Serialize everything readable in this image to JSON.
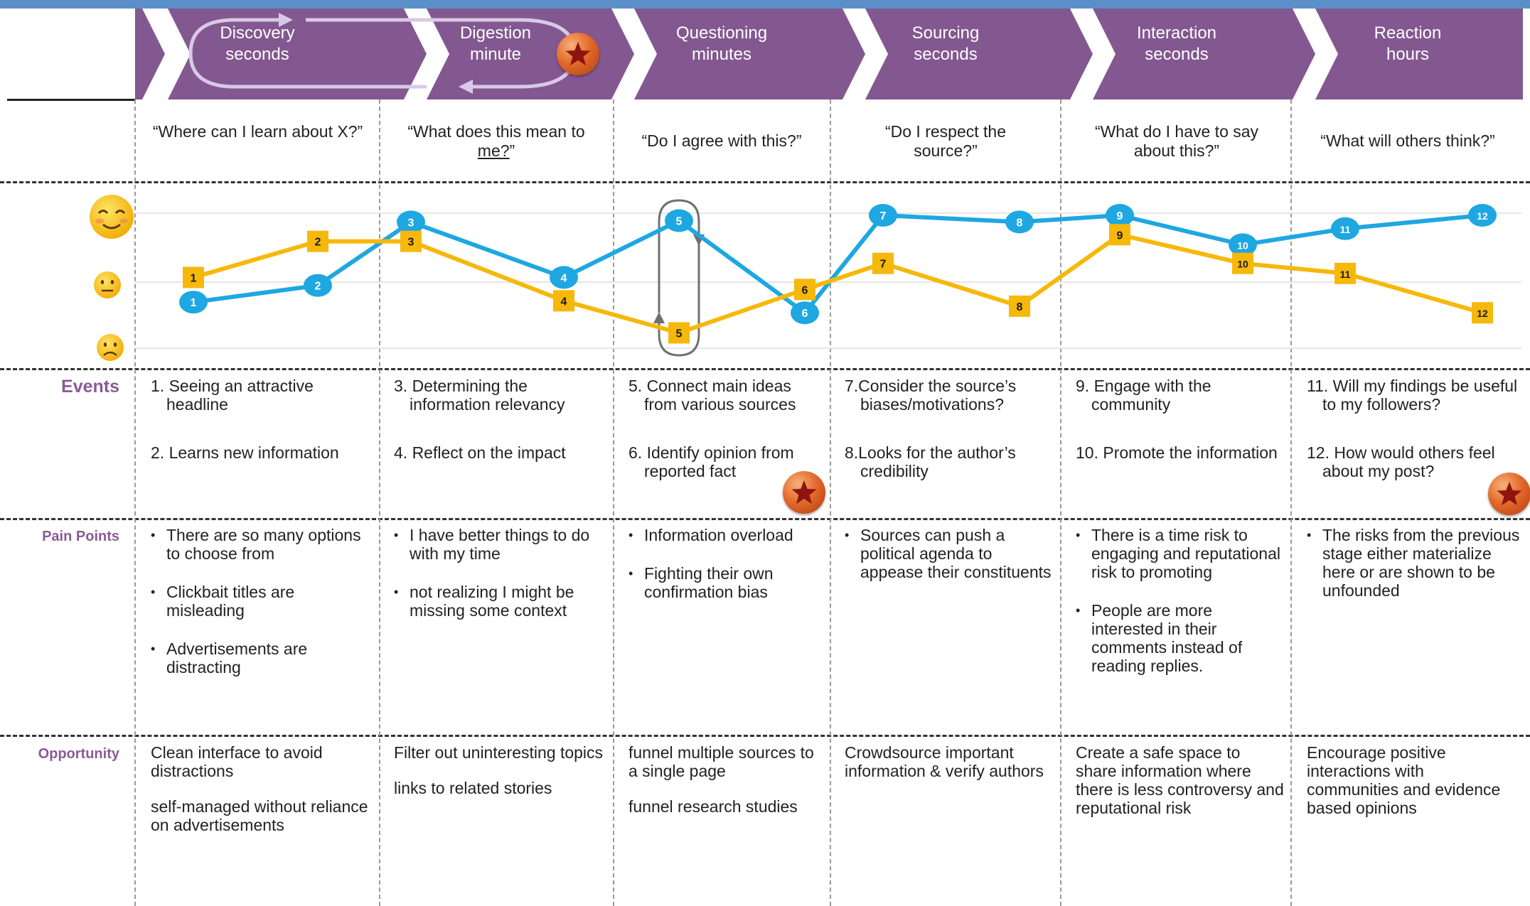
{
  "stages": [
    {
      "name": "Discovery",
      "duration": "seconds",
      "question": "“Where can I learn about X?”"
    },
    {
      "name": "Digestion",
      "duration": "minute",
      "question_pre": "“What does this mean to ",
      "question_em": "me?",
      "question_post": "”"
    },
    {
      "name": "Questioning",
      "duration": "minutes",
      "question": "“Do I agree with this?”"
    },
    {
      "name": "Sourcing",
      "duration": "seconds",
      "question": "“Do I respect the source?”"
    },
    {
      "name": "Interaction",
      "duration": "seconds",
      "question": "“What do I have to say about this?”"
    },
    {
      "name": "Reaction",
      "duration": "hours",
      "question": "“What will others think?”"
    }
  ],
  "row_labels": {
    "events": "Events",
    "pain_points": "Pain Points",
    "opportunity": "Opportunity"
  },
  "events": [
    [
      "1. Seeing an attractive headline",
      "2. Learns new information"
    ],
    [
      "3. Determining the information relevancy",
      "4. Reflect on the impact"
    ],
    [
      "5. Connect main ideas from various sources",
      "6. Identify opinion from reported fact"
    ],
    [
      "7.Consider the source’s biases/motivations?",
      "8.Looks for the author’s credibility"
    ],
    [
      "9. Engage with the community",
      "10. Promote the information"
    ],
    [
      "11. Will my findings be useful to my followers?",
      "12. How would others feel about my post?"
    ]
  ],
  "pain_points": [
    [
      "There are so many options to choose from",
      "Clickbait titles are misleading",
      "Advertisements are distracting"
    ],
    [
      "I have better things to do with my time",
      "not realizing I might be missing some context"
    ],
    [
      "Information overload",
      "Fighting their own confirmation bias"
    ],
    [
      "Sources can push a political agenda to appease their constituents"
    ],
    [
      "There is a time risk to engaging and reputational risk to promoting",
      "People are more interested in their comments instead of reading replies."
    ],
    [
      "The risks from the previous stage either materialize here or are shown to be unfounded"
    ]
  ],
  "opportunities": [
    [
      "Clean interface to avoid distractions",
      "self-managed without reliance on advertisements"
    ],
    [
      "Filter out uninteresting topics",
      "links to related stories"
    ],
    [
      "funnel multiple sources to a single page",
      "funnel research studies"
    ],
    [
      "Crowdsource important information & verify authors"
    ],
    [
      "Create a safe space to share information where there is less controversy and reputational risk"
    ],
    [
      "Encourage positive interactions with communities and evidence based opinions"
    ]
  ],
  "chart_data": {
    "type": "line",
    "y_scale": [
      "sad",
      "neutral",
      "happy"
    ],
    "series": [
      {
        "color": "#1ea7e1",
        "marker": "circle",
        "points": [
          {
            "label": "1",
            "value": -0.3
          },
          {
            "label": "2",
            "value": -0.05
          },
          {
            "label": "3",
            "value": 0.9
          },
          {
            "label": "4",
            "value": 0.07
          },
          {
            "label": "5",
            "value": 0.92
          },
          {
            "label": "6",
            "value": -0.46
          },
          {
            "label": "7",
            "value": 1.0
          },
          {
            "label": "8",
            "value": 0.9
          },
          {
            "label": "9",
            "value": 1.0
          },
          {
            "label": "10",
            "value": 0.56
          },
          {
            "label": "11",
            "value": 0.8
          },
          {
            "label": "12",
            "value": 1.0
          }
        ]
      },
      {
        "color": "#f6b80b",
        "marker": "square",
        "points": [
          {
            "label": "1",
            "value": 0.07
          },
          {
            "label": "2",
            "value": 0.61
          },
          {
            "label": "3",
            "value": 0.61
          },
          {
            "label": "4",
            "value": -0.28
          },
          {
            "label": "5",
            "value": -0.76
          },
          {
            "label": "6",
            "value": -0.11
          },
          {
            "label": "7",
            "value": 0.28
          },
          {
            "label": "8",
            "value": -0.36
          },
          {
            "label": "9",
            "value": 0.71
          },
          {
            "label": "10",
            "value": 0.28
          },
          {
            "label": "11",
            "value": 0.13
          },
          {
            "label": "12",
            "value": -0.46
          }
        ]
      }
    ]
  },
  "icons": {
    "happy_face": "smiling-face-icon",
    "neutral_face": "neutral-face-icon",
    "sad_face": "sad-face-icon",
    "star_badge": "star-badge-icon",
    "loop_arrows": "loop-arrows-icon"
  }
}
